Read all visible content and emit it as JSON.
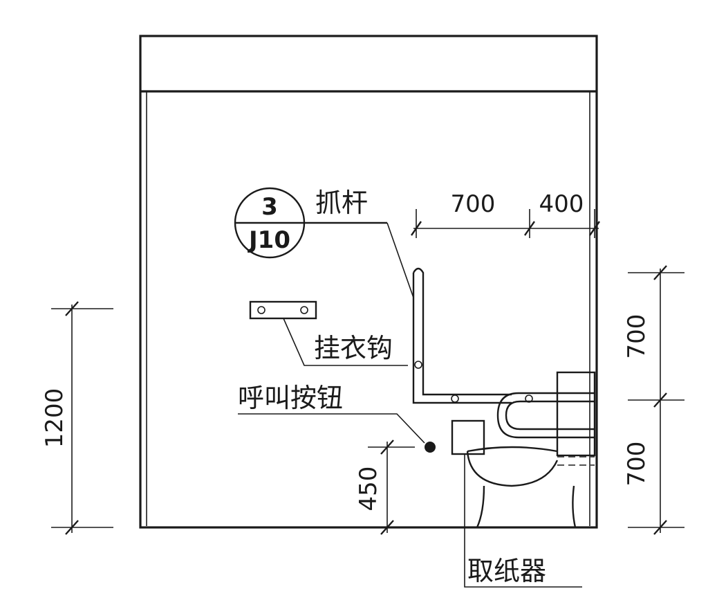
{
  "index_symbol": {
    "number": "3",
    "sheet": "J10"
  },
  "labels": {
    "grab_bar": "抓杆",
    "coat_hook": "挂衣钩",
    "call_button": "呼叫按钮",
    "paper_dispenser": "取纸器"
  },
  "dimensions": {
    "top_left": "700",
    "top_right": "400",
    "right_upper": "700",
    "right_lower": "700",
    "left_total": "1200",
    "call_button_height": "450"
  },
  "colors": {
    "line": "#1a1a1a",
    "background": "#ffffff"
  }
}
